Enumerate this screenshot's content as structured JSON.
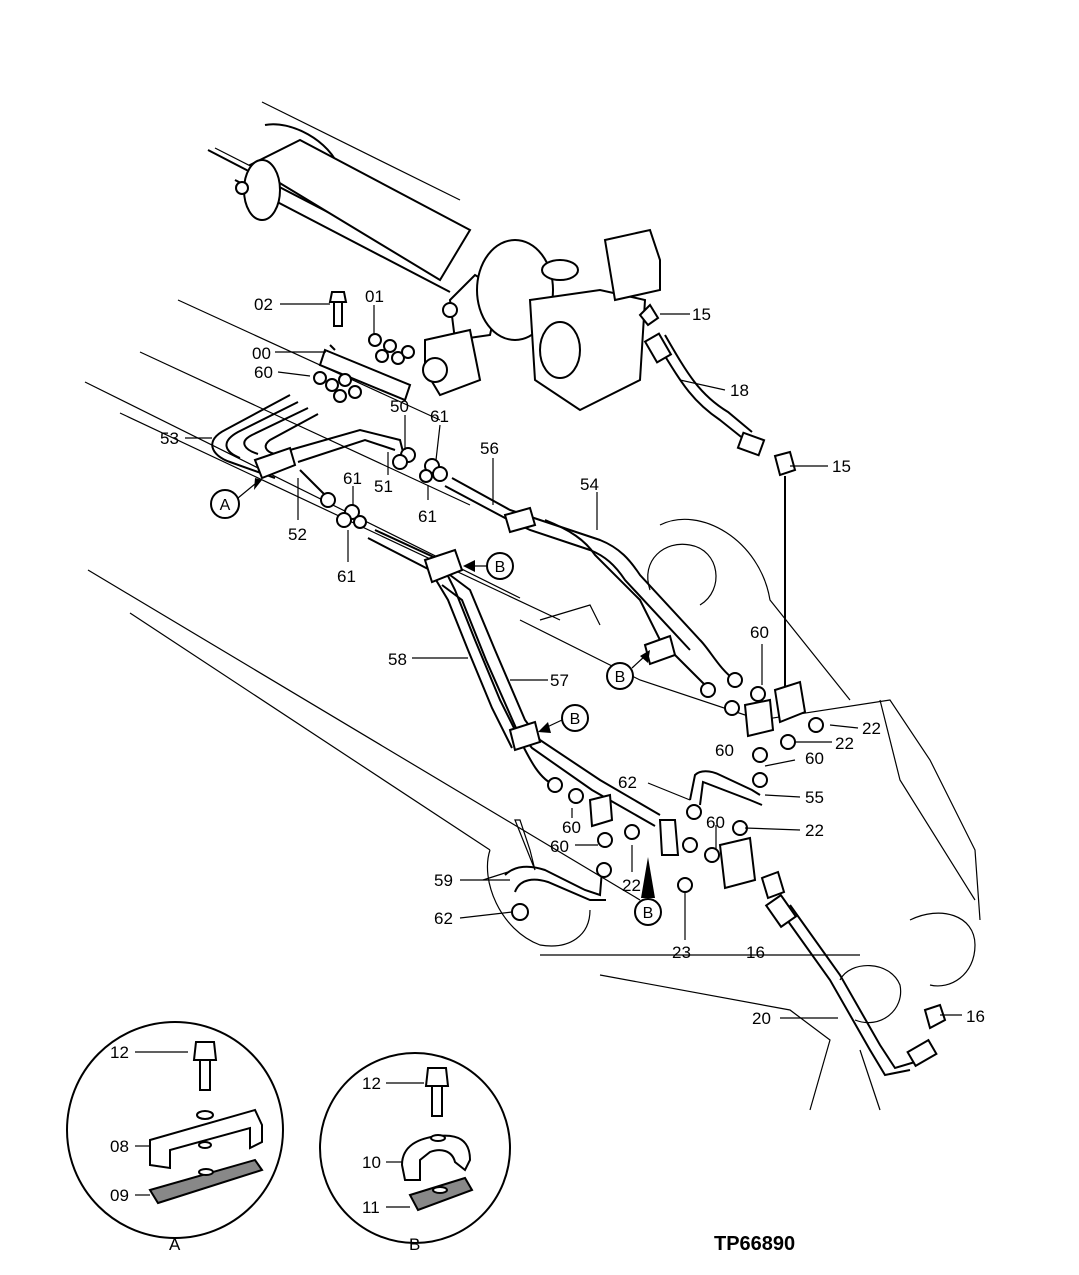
{
  "diagram": {
    "code": "TP66890",
    "labels": {
      "p00": "00",
      "p01": "01",
      "p02": "02",
      "p08": "08",
      "p09": "09",
      "p10": "10",
      "p11": "11",
      "p12a": "12",
      "p12b": "12",
      "p15a": "15",
      "p15b": "15",
      "p16a": "16",
      "p16b": "16",
      "p18": "18",
      "p20": "20",
      "p22a": "22",
      "p22b": "22",
      "p22c": "22",
      "p22d": "22",
      "p23": "23",
      "p50": "50",
      "p51": "51",
      "p52": "52",
      "p53": "53",
      "p54": "54",
      "p55": "55",
      "p56": "56",
      "p57": "57",
      "p58": "58",
      "p59": "59",
      "p60a": "60",
      "p60b": "60",
      "p60c": "60",
      "p60d": "60",
      "p60e": "60",
      "p60f": "60",
      "p60g": "60",
      "p61a": "61",
      "p61b": "61",
      "p61c": "61",
      "p61d": "61",
      "p62a": "62",
      "p62b": "62"
    },
    "refs": {
      "A": "A",
      "B1": "B",
      "B2": "B",
      "B3": "B",
      "B4": "B"
    },
    "details": {
      "a_caption": "A",
      "b_caption": "B"
    }
  }
}
